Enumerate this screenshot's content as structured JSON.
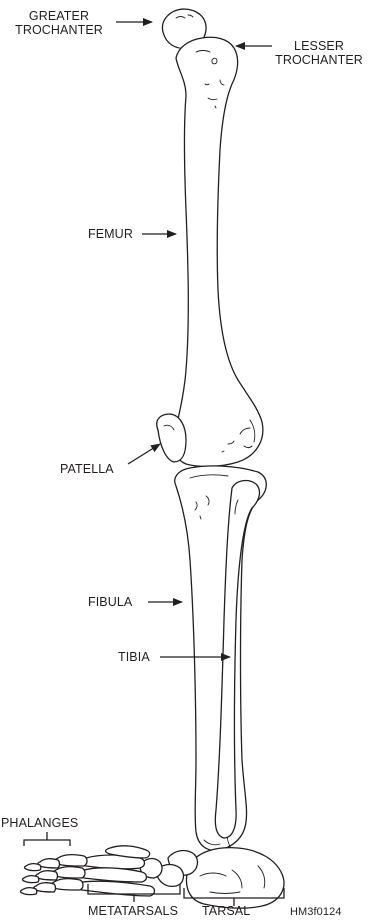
{
  "labels": {
    "greater_trochanter": [
      "GREATER",
      "TROCHANTER"
    ],
    "lesser_trochanter": [
      "LESSER",
      "TROCHANTER"
    ],
    "femur": "FEMUR",
    "patella": "PATELLA",
    "fibula": "FIBULA",
    "tibia": "TIBIA",
    "phalanges": "PHALANGES",
    "metatarsals": "METATARSALS",
    "tarsal": "TARSAL",
    "figure_id": "HM3f0124"
  },
  "colors": {
    "ink": "#231f20",
    "background": "#ffffff"
  }
}
